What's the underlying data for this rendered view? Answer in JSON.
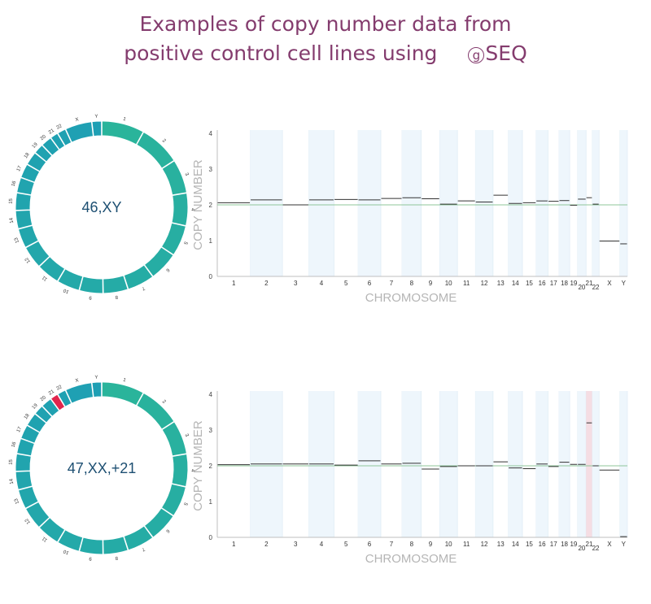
{
  "title": {
    "line1": "Examples of copy number data from",
    "line2": "positive control cell lines using",
    "badge": "g",
    "suffix": "SEQ"
  },
  "colors": {
    "title": "#843c6e",
    "ring_start": "#2bb59a",
    "ring_end": "#1e9fb4",
    "highlight_segment": "#e0254d",
    "highlight_band": "#f5dde3",
    "band": "#eef6fc",
    "baseline": "#8fc79a",
    "segment": "#333333",
    "karyotype_text": "#1d4f72"
  },
  "chart_data": [
    {
      "type": "line",
      "karyotype": "46,XY",
      "xlabel": "CHROMOSOME",
      "ylabel": "COPY NUMBER",
      "ylim": [
        0,
        4
      ],
      "yticks": [
        "0",
        "1",
        "2",
        "3",
        "4"
      ],
      "baseline": 2,
      "grid": false,
      "chromosomes": [
        "1",
        "2",
        "3",
        "4",
        "5",
        "6",
        "7",
        "8",
        "9",
        "10",
        "11",
        "12",
        "13",
        "14",
        "15",
        "16",
        "17",
        "18",
        "19",
        "20",
        "21",
        "22",
        "X",
        "Y"
      ],
      "values": [
        2.06,
        2.14,
        2.0,
        2.14,
        2.15,
        2.14,
        2.18,
        2.2,
        2.17,
        2.02,
        2.11,
        2.08,
        2.27,
        2.04,
        2.06,
        2.11,
        2.1,
        2.12,
        1.99,
        2.16,
        2.2,
        2.02,
        0.99,
        0.91
      ],
      "highlight": null
    },
    {
      "type": "line",
      "karyotype": "47,XX,+21",
      "xlabel": "CHROMOSOME",
      "ylabel": "COPY NUMBER",
      "ylim": [
        0,
        4
      ],
      "yticks": [
        "0",
        "1",
        "2",
        "3",
        "4"
      ],
      "baseline": 2,
      "grid": false,
      "chromosomes": [
        "1",
        "2",
        "3",
        "4",
        "5",
        "6",
        "7",
        "8",
        "9",
        "10",
        "11",
        "12",
        "13",
        "14",
        "15",
        "16",
        "17",
        "18",
        "19",
        "20",
        "21",
        "22",
        "X",
        "Y"
      ],
      "values": [
        2.03,
        2.05,
        2.05,
        2.05,
        2.02,
        2.14,
        2.05,
        2.07,
        1.91,
        1.98,
        2.0,
        2.0,
        2.11,
        1.94,
        1.92,
        2.05,
        1.98,
        2.1,
        2.04,
        2.04,
        3.2,
        2.0,
        1.88,
        0.02
      ],
      "highlight": "21"
    }
  ]
}
